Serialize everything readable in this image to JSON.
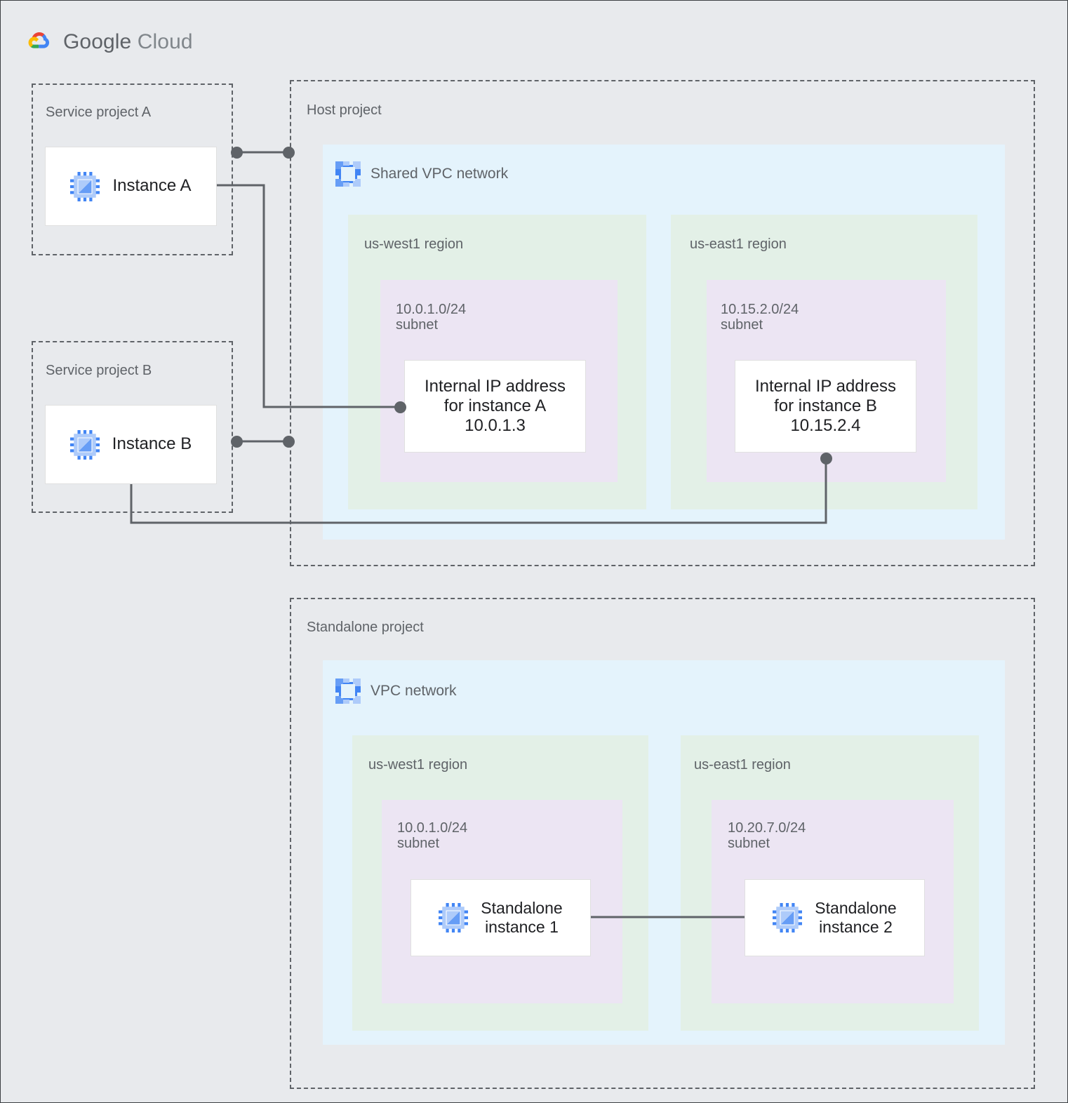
{
  "brand": {
    "logo_icon": "google-cloud-logo-icon",
    "name_bold": "Google",
    "name_light": "Cloud",
    "colors": {
      "red": "#EA4335",
      "yellow": "#FBBC04",
      "green": "#34A853",
      "blue": "#4285F4",
      "text": "#5F6368"
    }
  },
  "palette": {
    "page_background": "#e8eaed",
    "vpc_fill": "#e4f3fc",
    "region_fill": "#e3f0e7",
    "subnet_fill": "#ece5f3",
    "card_fill": "#ffffff",
    "line": "#5f6368",
    "label_text": "#5f6368",
    "node_text": "#202124",
    "icon_blue": "#4285f4",
    "icon_blue_light": "#aecbfa"
  },
  "projects": {
    "service_a": {
      "label": "Service project A",
      "instance": {
        "icon": "compute-instance-icon",
        "label": "Instance A"
      }
    },
    "service_b": {
      "label": "Service project B",
      "instance": {
        "icon": "compute-instance-icon",
        "label": "Instance B"
      }
    },
    "host": {
      "label": "Host project",
      "network": {
        "icon": "vpc-network-icon",
        "title": "Shared VPC network",
        "regions": [
          {
            "label": "us-west1 region",
            "subnet": {
              "cidr": "10.0.1.0/24",
              "kind": "subnet",
              "label": "10.0.1.0/24\nsubnet",
              "node": {
                "label": "Internal IP address\nfor instance A\n10.0.1.3",
                "line1": "Internal IP address",
                "line2": "for instance A",
                "ip": "10.0.1.3"
              }
            }
          },
          {
            "label": "us-east1 region",
            "subnet": {
              "cidr": "10.15.2.0/24",
              "kind": "subnet",
              "label": "10.15.2.0/24\nsubnet",
              "node": {
                "label": "Internal IP address\nfor instance B\n10.15.2.4",
                "line1": "Internal IP address",
                "line2": "for instance B",
                "ip": "10.15.2.4"
              }
            }
          }
        ]
      }
    },
    "standalone": {
      "label": "Standalone project",
      "network": {
        "icon": "vpc-network-icon",
        "title": "VPC network",
        "regions": [
          {
            "label": "us-west1 region",
            "subnet": {
              "cidr": "10.0.1.0/24",
              "kind": "subnet",
              "label": "10.0.1.0/24\nsubnet",
              "node": {
                "icon": "compute-instance-icon",
                "label": "Standalone\ninstance 1"
              }
            }
          },
          {
            "label": "us-east1 region",
            "subnet": {
              "cidr": "10.20.7.0/24",
              "kind": "subnet",
              "label": "10.20.7.0/24\nsubnet",
              "node": {
                "icon": "compute-instance-icon",
                "label": "Standalone\ninstance 2"
              }
            }
          }
        ]
      }
    }
  }
}
